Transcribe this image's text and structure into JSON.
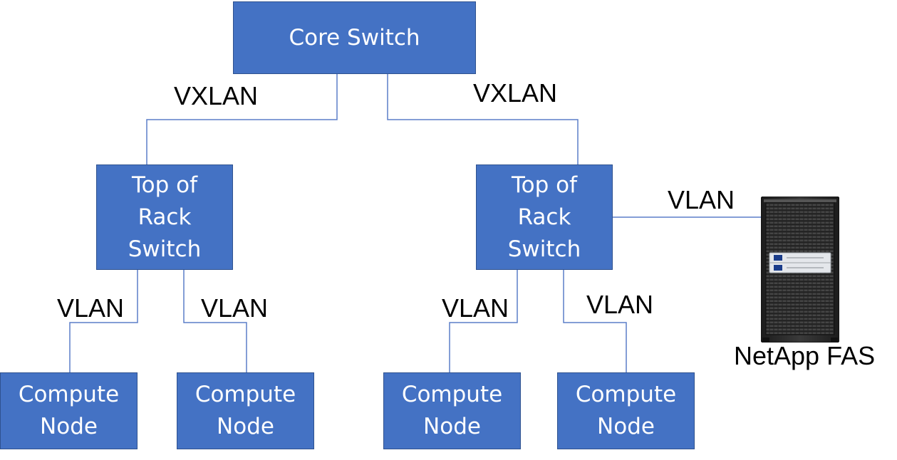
{
  "nodes": {
    "core": "Core Switch",
    "tor_left": "Top of\nRack\nSwitch",
    "tor_right": "Top of\nRack\nSwitch",
    "compute_1": "Compute\nNode",
    "compute_2": "Compute\nNode",
    "compute_3": "Compute\nNode",
    "compute_4": "Compute\nNode",
    "storage": "NetApp FAS"
  },
  "edges": {
    "core_tor_left": "VXLAN",
    "core_tor_right": "VXLAN",
    "tor_left_compute_1": "VLAN",
    "tor_left_compute_2": "VLAN",
    "tor_right_compute_3": "VLAN",
    "tor_right_compute_4": "VLAN",
    "tor_right_storage": "VLAN"
  },
  "colors": {
    "box_fill": "#4472c4",
    "box_border": "#2f528f",
    "connector": "#5b7fc9",
    "label": "#000000"
  }
}
